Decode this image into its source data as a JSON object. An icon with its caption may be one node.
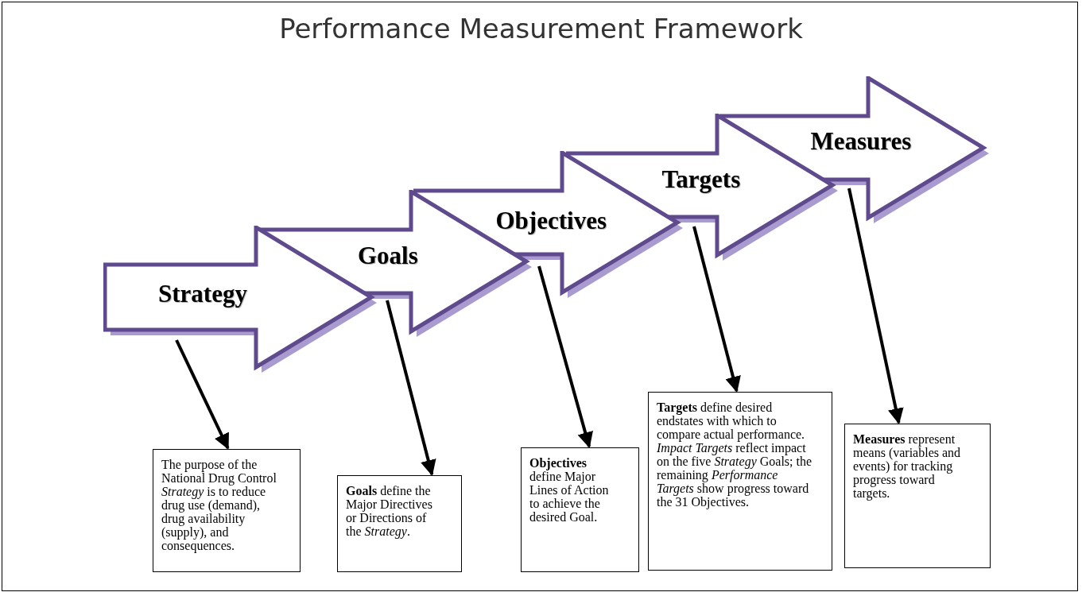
{
  "diagram": {
    "title": "Performance Measurement Framework",
    "nodes": [
      {
        "text": [
          "Strategy"
        ]
      },
      {
        "text": [
          "Goals"
        ]
      },
      {
        "text": [
          "Objectives"
        ]
      },
      {
        "text": [
          "Targets"
        ]
      },
      {
        "text": [
          "Measures"
        ]
      },
      {
        "text": [
          "The purpose of the National Drug Control *Strategy* is to reduce drug use (demand), drug availability (supply), and consequences."
        ]
      },
      {
        "text": [
          "**Goals** define the Major Directives or Directions of the *Strategy*."
        ]
      },
      {
        "text": [
          "**Objectives** define Major Lines of Action to achieve the desired Goal."
        ]
      },
      {
        "text": [
          "**Targets** define desired endstates with which to compare actual performance. *Impact Targets* reflect impact on the five *Strategy* Goals; the remaining *Performance Targets* show progress toward the 31 Objectives."
        ]
      },
      {
        "text": [
          "**Measures** represent means (variables and events) for tracking progress toward targets."
        ]
      }
    ],
    "edges": [
      {
        "from": 0,
        "to": 5,
        "arrow": "to"
      },
      {
        "from": 1,
        "to": 6,
        "arrow": "to"
      },
      {
        "from": 2,
        "to": 7,
        "arrow": "to"
      },
      {
        "from": 3,
        "to": 8,
        "arrow": "to"
      },
      {
        "from": 4,
        "to": 9,
        "arrow": "to"
      }
    ]
  }
}
